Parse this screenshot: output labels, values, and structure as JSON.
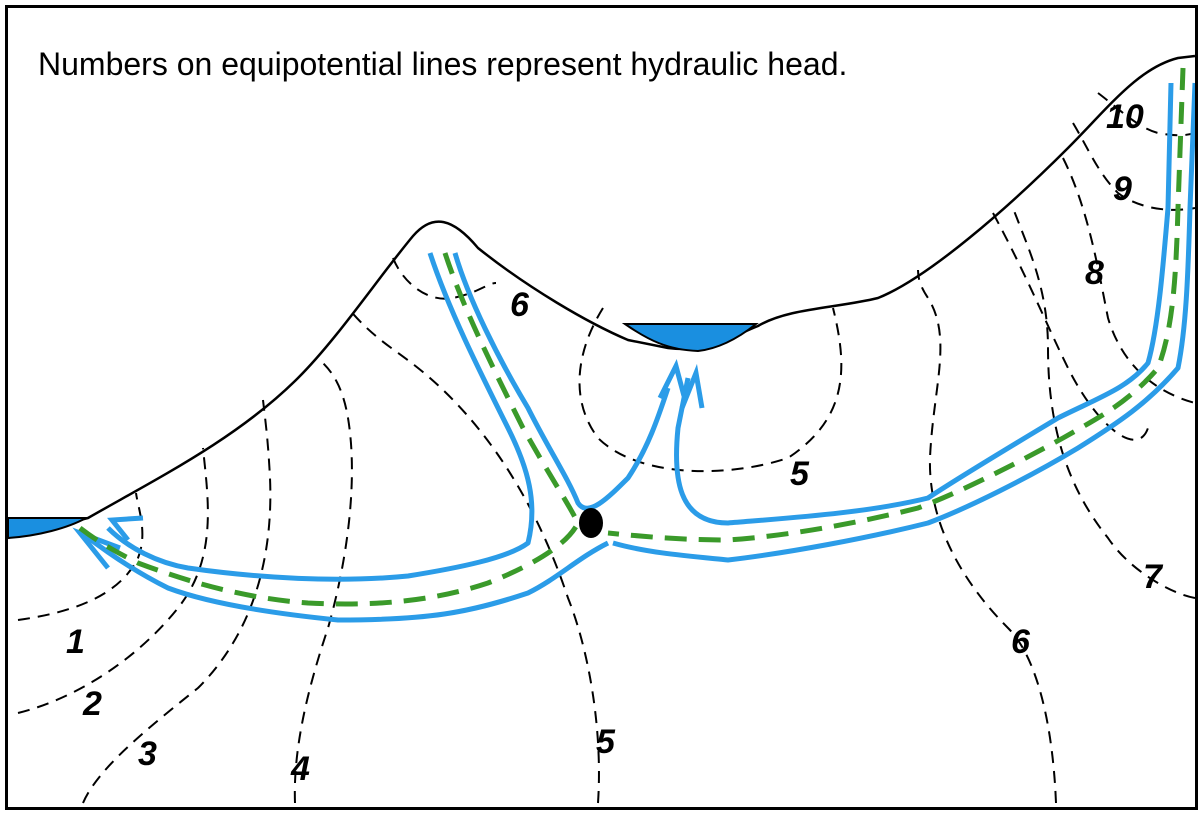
{
  "caption": "Numbers on equipotential lines represent hydraulic head.",
  "head_labels": {
    "h1": "1",
    "h2": "2",
    "h3": "3",
    "h4": "4",
    "h5_bottom": "5",
    "h5_middle": "5",
    "h6_bottom": "6",
    "h6_hill": "6",
    "h7": "7",
    "h8": "8",
    "h9": "9",
    "h10": "10"
  },
  "colors": {
    "water": "#1a8fe0",
    "flow_tube": "#2b9ce8",
    "flow_line": "#3a9a2a",
    "equipotential_line": "#000000"
  }
}
